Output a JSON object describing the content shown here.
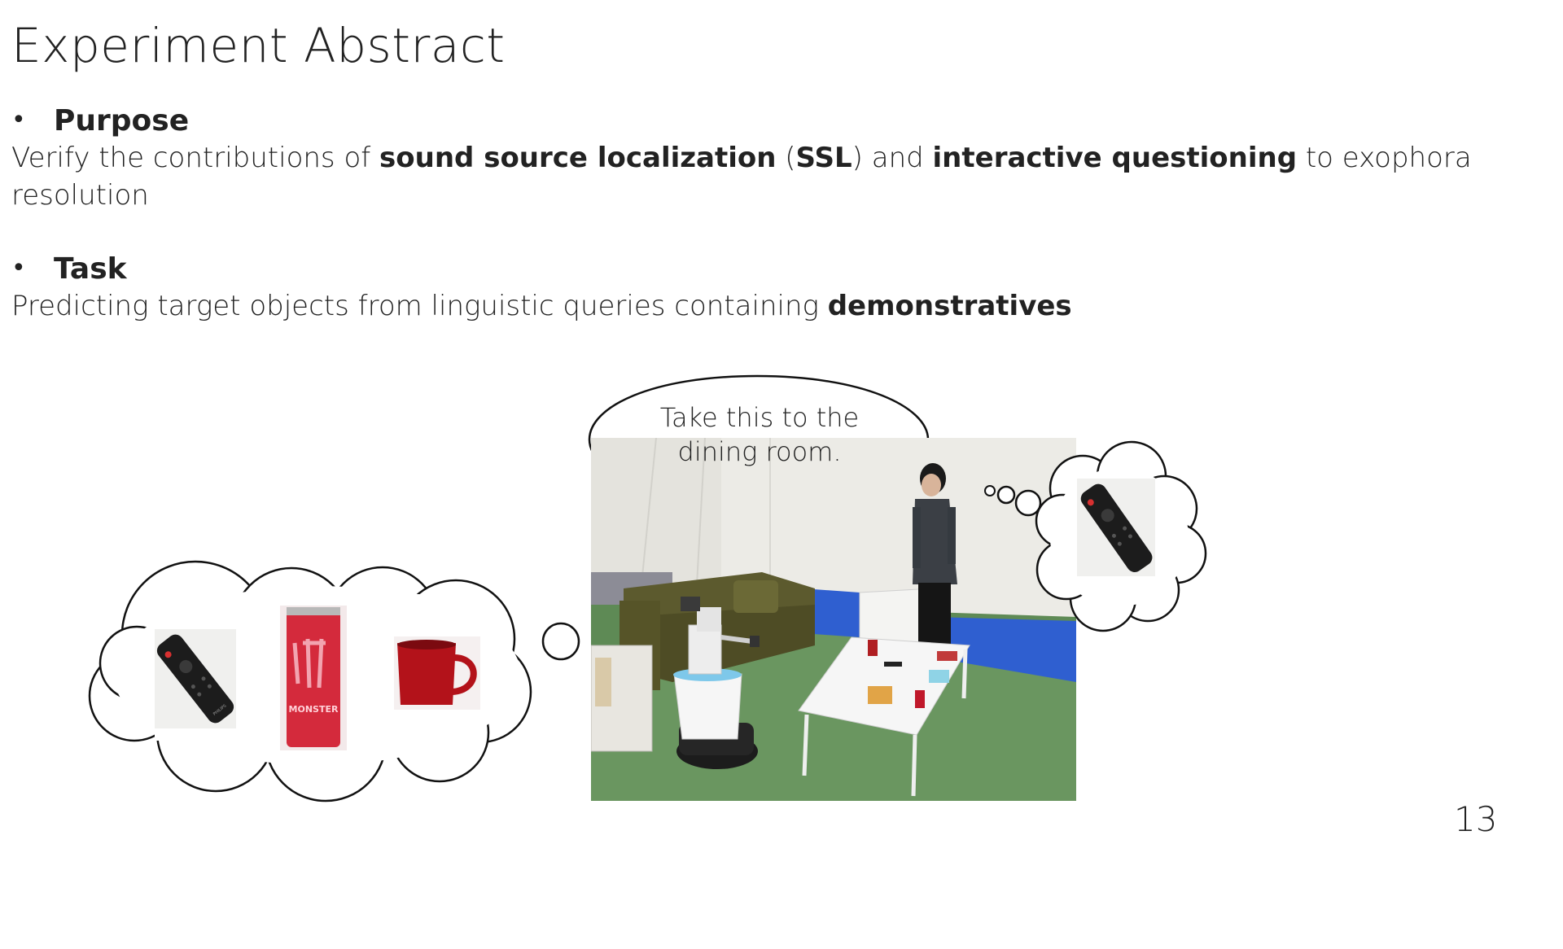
{
  "slide": {
    "title": "Experiment Abstract",
    "page_number": "13"
  },
  "purpose": {
    "heading": "Purpose",
    "text_1": "Verify the contributions of ",
    "bold_1": "sound source localization",
    "text_2": " (",
    "bold_2": "SSL",
    "text_3": ") and ",
    "bold_3": "interactive questioning",
    "text_4": " to exophora resolution"
  },
  "task": {
    "heading": "Task",
    "text_1": "Predicting target objects from linguistic queries containing ",
    "bold_1": "demonstratives"
  },
  "illustration": {
    "speech_line_1": "Take this to the",
    "speech_line_2": "dining room.",
    "remote_brand": "PHILIPS",
    "can_brand": "MONSTER"
  },
  "colors": {
    "floor": "#5e8a55",
    "wall": "#ecebe6",
    "sofa": "#5c5a2e",
    "can_red": "#d42a3c",
    "mug_red": "#b3121a",
    "partition_blue": "#2f5fd0"
  }
}
